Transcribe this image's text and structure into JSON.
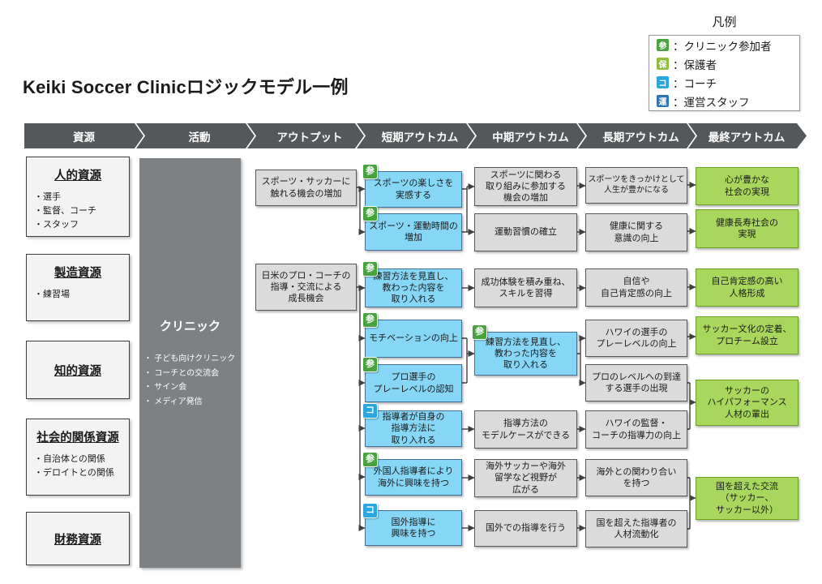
{
  "title": "Keiki Soccer Clinicロジックモデル一例",
  "legend": {
    "title": "凡例",
    "items": [
      {
        "badge": "参",
        "label": "：クリニック参加者"
      },
      {
        "badge": "保",
        "label": "：保護者"
      },
      {
        "badge": "コ",
        "label": "：コーチ"
      },
      {
        "badge": "運",
        "label": "：運営スタッフ"
      }
    ]
  },
  "badge_colors": {
    "参": "#47A33E",
    "保": "#8FBE3C",
    "コ": "#2BA7DF",
    "運": "#2E75B6"
  },
  "colors": {
    "header_fill": "#54585A",
    "resource_fill": "#F3F3F3",
    "activity_fill": "#7E8184",
    "gray_box_fill": "#DBDBDB",
    "short_term_fill": "#85D7F5",
    "short_term_border": "#41719C",
    "final_fill": "#A9D75E",
    "final_border": "#6AA121",
    "connector": "#404040"
  },
  "header": {
    "columns": [
      "資源",
      "活動",
      "アウトプット",
      "短期アウトカム",
      "中期アウトカム",
      "長期アウトカム",
      "最終アウトカム"
    ]
  },
  "resources": [
    {
      "title": "人的資源",
      "bullets": [
        "・選手",
        "・監督、コーチ",
        "・スタッフ"
      ]
    },
    {
      "title": "製造資源",
      "bullets": [
        "・練習場"
      ]
    },
    {
      "title": "知的資源",
      "bullets": []
    },
    {
      "title": "社会的関係資源",
      "bullets": [
        "・自治体との関係",
        "・デロイトとの関係"
      ]
    },
    {
      "title": "財務資源",
      "bullets": []
    }
  ],
  "activity": {
    "title": "クリニック",
    "bullets": [
      "・ 子ども向けクリニック",
      "・ コーチとの交流会",
      "・ サイン会",
      "・ メディア発信"
    ]
  },
  "outputs": [
    {
      "label": "スポーツ・サッカーに\n触れる機会の増加"
    },
    {
      "label": "日米のプロ・コーチの\n指導・交流による\n成長機会"
    }
  ],
  "short_term": [
    {
      "badge": "参",
      "label": "スポーツの楽しさを\n実感する"
    },
    {
      "badge": "参",
      "label": "スポーツ・運動時間の\n増加"
    },
    {
      "badge": "参",
      "label": "練習方法を見直し、\n教わった内容を\n取り入れる"
    },
    {
      "badge": "参",
      "label": "モチベーションの向上"
    },
    {
      "badge": "参",
      "label": "プロ選手の\nプレーレベルの認知"
    },
    {
      "badge": "コ",
      "label": "指導者が自身の\n指導方法に\n取り入れる"
    },
    {
      "badge": "参",
      "label": "外国人指導者により\n海外に興味を持つ"
    },
    {
      "badge": "コ",
      "label": "国外指導に\n興味を持つ"
    }
  ],
  "mid_term": [
    {
      "label": "スポーツに関わる\n取り組みに参加する\n機会の増加"
    },
    {
      "label": "運動習慣の確立"
    },
    {
      "label": "成功体験を積み重ね、\nスキルを習得"
    },
    {
      "badge": "参",
      "label": "練習方法を見直し、\n教わった内容を\n取り入れる"
    },
    {
      "label": "指導方法の\nモデルケースができる"
    },
    {
      "label": "海外サッカーや海外\n留学など視野が\n広がる"
    },
    {
      "label": "国外での指導を行う"
    }
  ],
  "long_term": [
    {
      "label": "スポーツをきっかけとして\n人生が豊かになる"
    },
    {
      "label": "健康に関する\n意識の向上"
    },
    {
      "label": "自信や\n自己肯定感の向上"
    },
    {
      "label": "ハワイの選手の\nプレーレベルの向上"
    },
    {
      "label": "プロのレベルへの到達\nする選手の出現"
    },
    {
      "label": "ハワイの監督・\nコーチの指導力の向上"
    },
    {
      "label": "海外との関わり合い\nを持つ"
    },
    {
      "label": "国を超えた指導者の\n人材流動化"
    }
  ],
  "final_outcomes": [
    {
      "label": "心が豊かな\n社会の実現"
    },
    {
      "label": "健康長寿社会の\n実現"
    },
    {
      "label": "自己肯定感の高い\n人格形成"
    },
    {
      "label": "サッカー文化の定着、\nプロチーム設立"
    },
    {
      "label": "サッカーの\nハイパフォーマンス\n人材の輩出"
    },
    {
      "label": "国を超えた交流\n（サッカー、\nサッカー以外）"
    }
  ]
}
